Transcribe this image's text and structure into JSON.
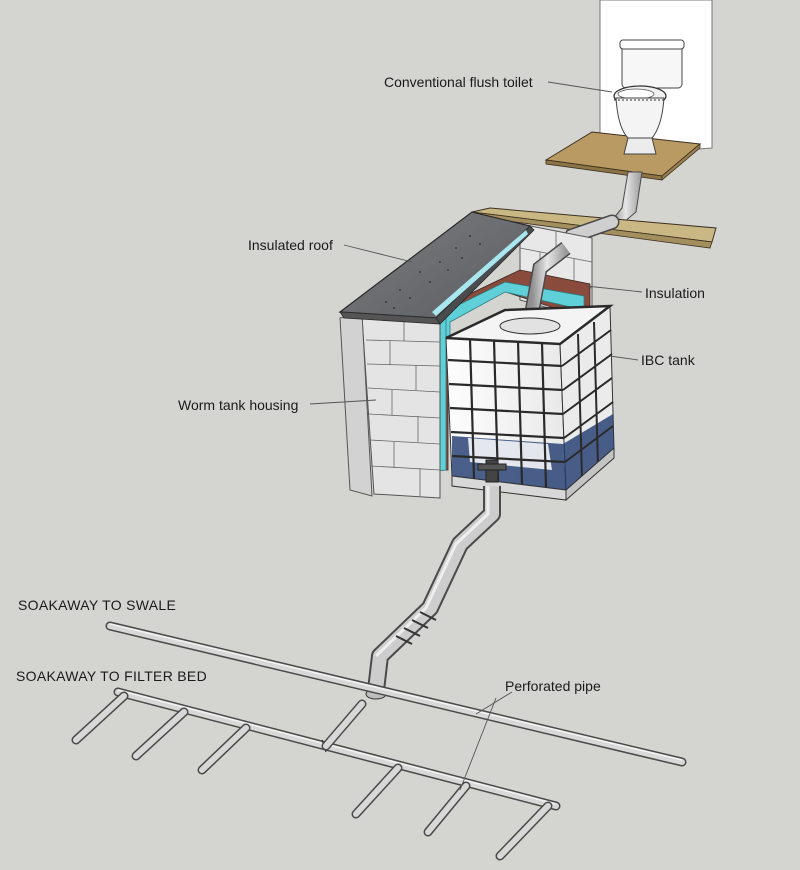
{
  "labels": {
    "toilet": "Conventional flush toilet",
    "roof": "Insulated roof",
    "insulation": "Insulation",
    "ibc": "IBC tank",
    "housing": "Worm tank housing",
    "perforated": "Perforated pipe",
    "swale": "SOAKAWAY TO SWALE",
    "filter_bed": "SOAKAWAY TO FILTER BED"
  },
  "colors": {
    "background": "#d4d4d1",
    "wall": "#ffffff",
    "floor_wood": "#b89a62",
    "beam_wood": "#c9b884",
    "roof_grey": "#6d6e70",
    "block": "#e4e4e4",
    "insulation": "#5fd0d8",
    "insulation_brown": "#8a4a3c",
    "tank": "#f6f6f6",
    "tank_cage": "#2a2a2a",
    "pipe": "#c6c6c6",
    "pipe_edge": "#4a4a4a",
    "sludge_blue": "#1e3a6e"
  }
}
